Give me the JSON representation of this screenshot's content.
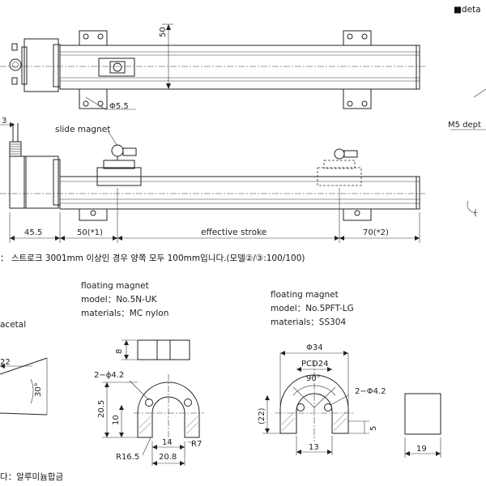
{
  "header": {
    "detail_label": "■deta"
  },
  "actuator": {
    "dim_height": "50",
    "dim_hole": "Φ5.5",
    "dim_left_stub": "3",
    "slide_magnet_label": "slide magnet",
    "dim_45_5": "45.5",
    "dim_50_star": "50(*1)",
    "effective_stroke": "effective stroke",
    "dim_70_star": "70(*2)",
    "m5_label": "M5 dept",
    "circled_partial": "(",
    "note_korean": "： 스트로크 3001mm 이상인 경우 양쪽 모두 100mm입니다.(모델②/③:100/100)"
  },
  "magnet_nuk": {
    "title": "floating magnet",
    "model": "model：No.5N-UK",
    "materials": "materials：MC nylon",
    "dim_8": "8",
    "dim_holes": "2−ϕ4.2",
    "dim_20_5": "20.5",
    "dim_10": "10",
    "dim_14": "14",
    "dim_r7": "R7",
    "dim_r16_5": "R16.5",
    "dim_20_8": "20.8"
  },
  "magnet_pft": {
    "title": "floating magnet",
    "model": "model：No.5PFT-LG",
    "materials": "materials：SS304",
    "dim_phi34": "Φ34",
    "dim_pcd": "PCD24",
    "dim_90": "90°",
    "dim_holes": "2−Φ4.2",
    "dim_22": "(22)",
    "dim_5": "5",
    "dim_13": "13",
    "dim_19": "19"
  },
  "left_partial": {
    "acetal": "acetal",
    "dim_22": "22",
    "dim_30": "30°"
  },
  "footer": {
    "korean_material": "다：알루미늄합금"
  }
}
